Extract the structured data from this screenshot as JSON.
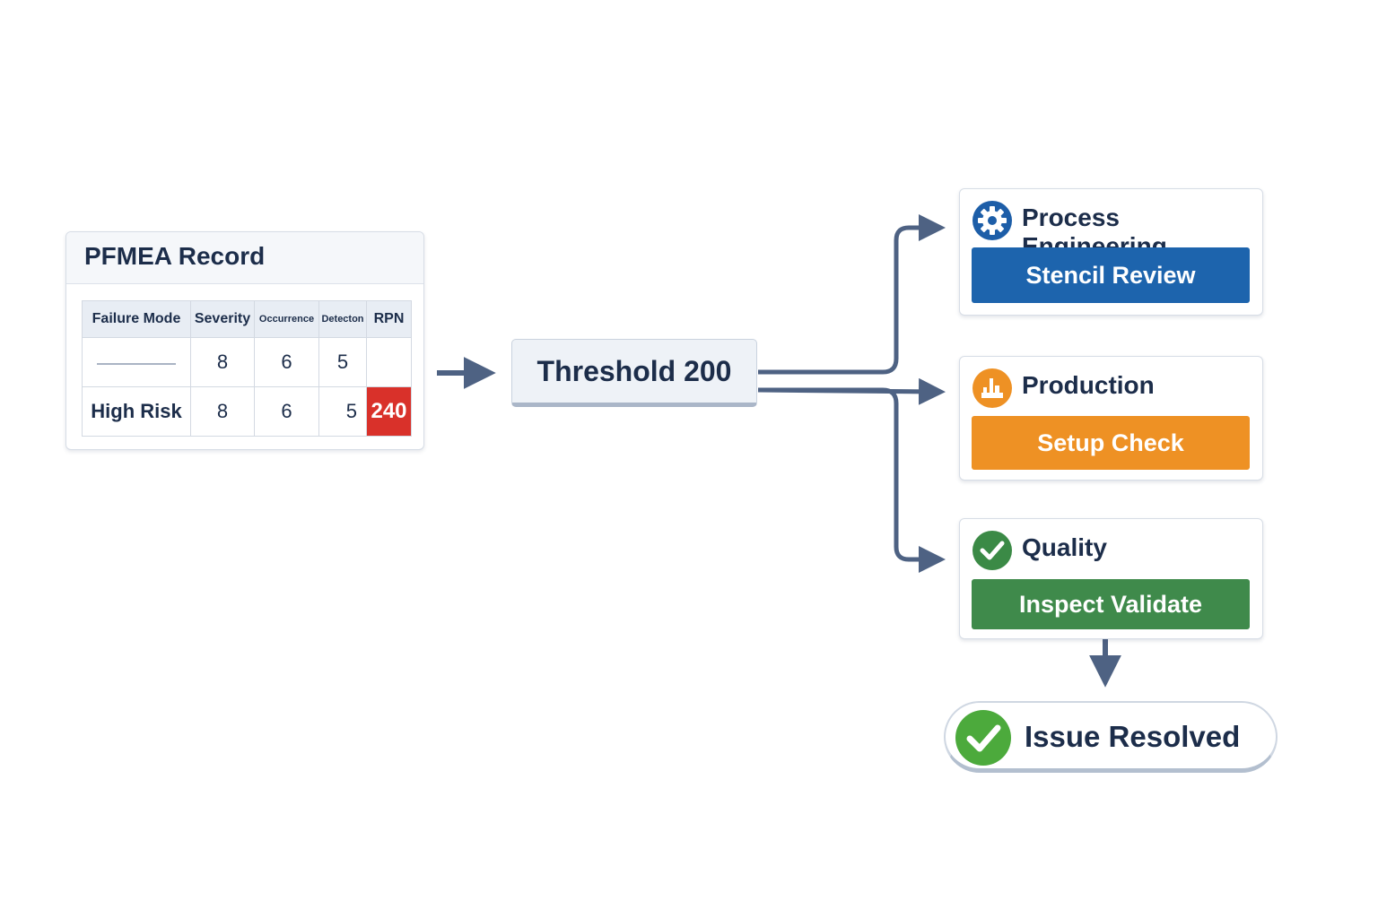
{
  "pfmea": {
    "title": "PFMEA Record",
    "columns": [
      "Failure Mode",
      "Severity",
      "Occurrence",
      "Detecton",
      "RPN"
    ],
    "rows": [
      {
        "mode": "",
        "severity": "8",
        "occurrence": "6",
        "detection": "5",
        "rpn": ""
      },
      {
        "mode": "High Risk",
        "severity": "8",
        "occurrence": "6",
        "detection": "5",
        "rpn": "240"
      }
    ],
    "rpn_high_color": "#d9312a"
  },
  "threshold": {
    "label": "Threshold 200"
  },
  "departments": [
    {
      "name": "Process Engineering",
      "icon": "gear-icon",
      "action": "Stencil Review",
      "color": "#1d64ad"
    },
    {
      "name": "Production",
      "icon": "factory-icon",
      "action": "Setup Check",
      "color": "#ee9124"
    },
    {
      "name": "Quality",
      "icon": "check-circle-icon",
      "action": "Inspect Validate",
      "color": "#3f8a4b"
    }
  ],
  "resolved": {
    "label": "Issue Resolved",
    "icon": "check-circle-icon",
    "color": "#4caa3c"
  },
  "connector_color": "#4e6283"
}
